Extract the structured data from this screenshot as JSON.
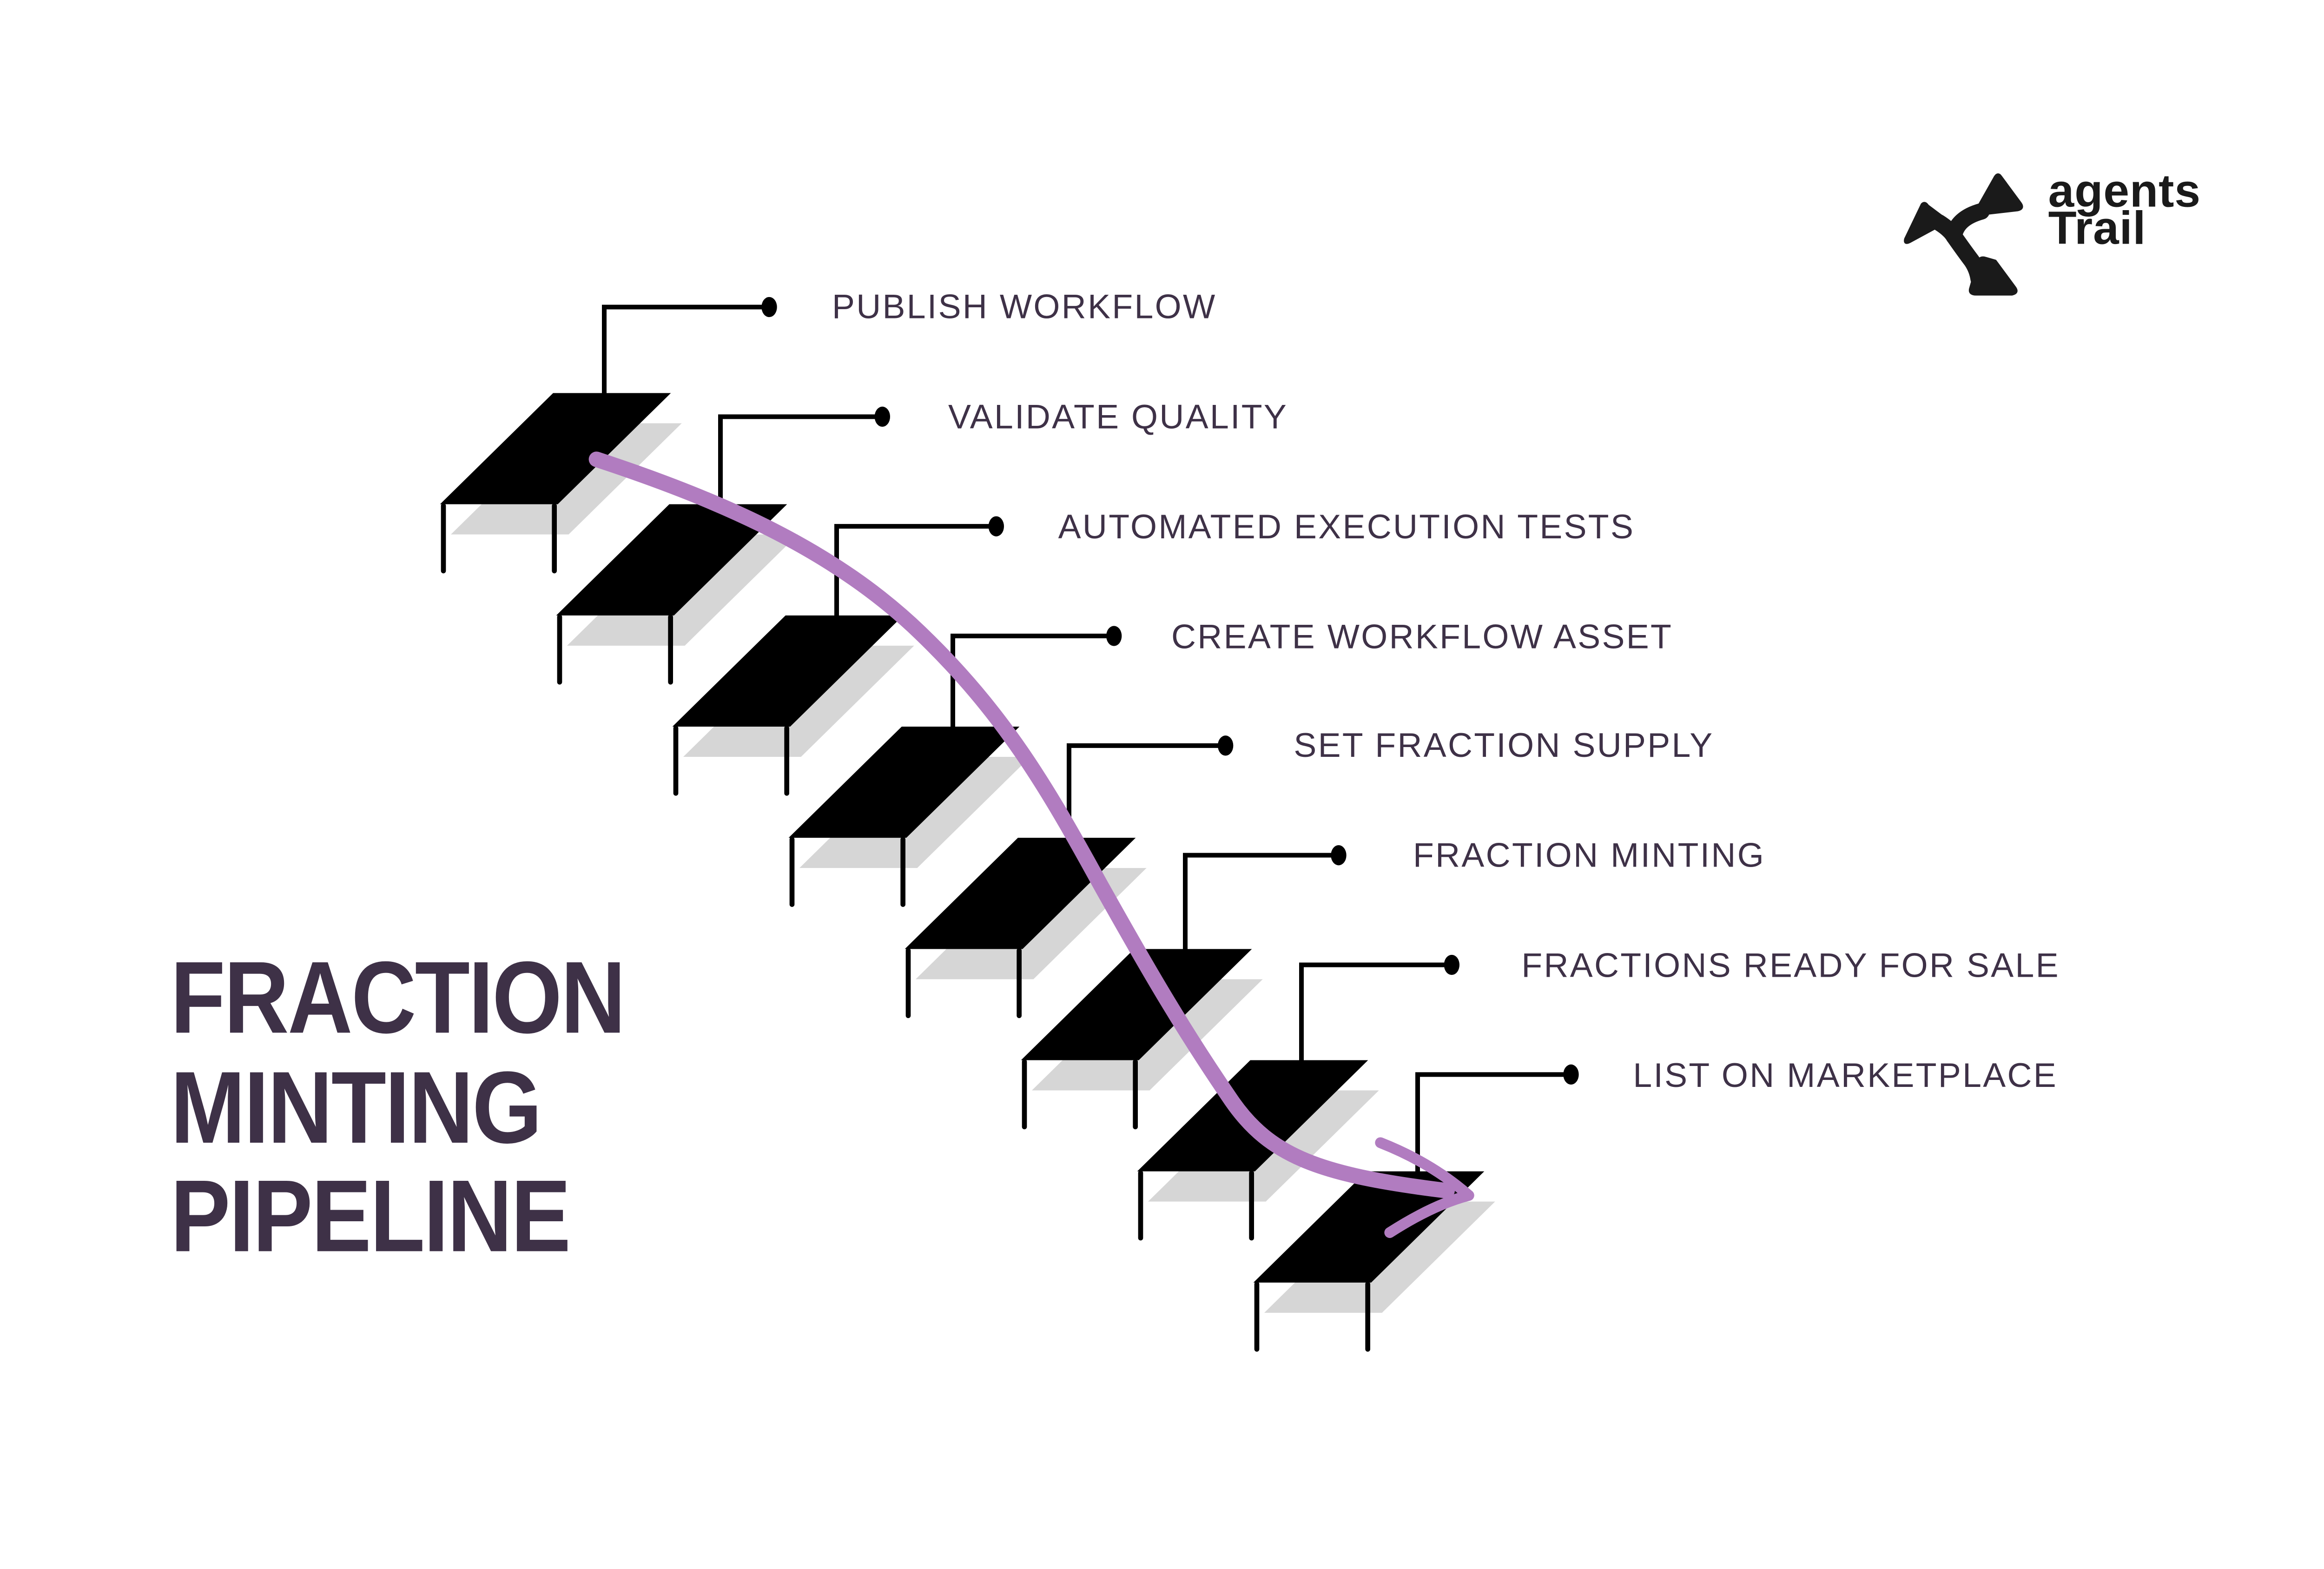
{
  "page": {
    "background_color": "#ffffff"
  },
  "title": {
    "lines": [
      "FRACTION",
      "MINTING",
      "PIPELINE"
    ],
    "color": "#3e3147"
  },
  "logo": {
    "wordmark_line1": "agents",
    "wordmark_line2": "Trail",
    "icon": "trail-branches-icon",
    "color": "#1a1a1a"
  },
  "pipeline": {
    "steps": [
      {
        "label": "PUBLISH WORKFLOW"
      },
      {
        "label": "VALIDATE QUALITY"
      },
      {
        "label": "AUTOMATED EXECUTION TESTS"
      },
      {
        "label": "CREATE WORKFLOW ASSET"
      },
      {
        "label": "SET FRACTION SUPPLY"
      },
      {
        "label": "FRACTION MINTING"
      },
      {
        "label": "FRACTIONS READY FOR SALE"
      },
      {
        "label": "LIST ON MARKETPLACE"
      }
    ],
    "step_color": "#000000",
    "shadow_color": "#d6d6d6",
    "leader_color": "#000000",
    "label_color": "#3e3147",
    "arrow_color": "#b17cc0"
  }
}
